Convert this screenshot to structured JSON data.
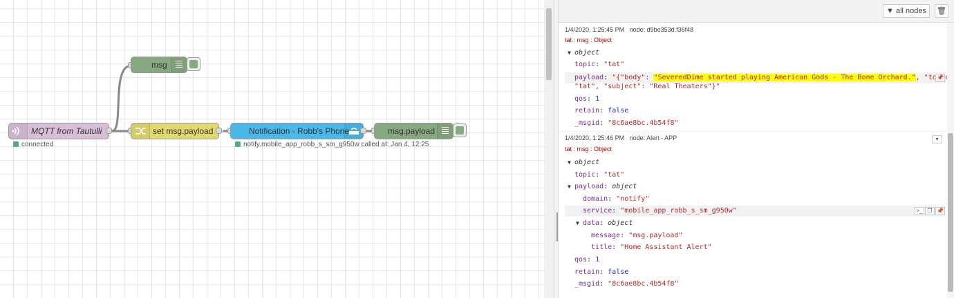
{
  "canvas": {
    "nodes": {
      "mqtt": {
        "label": "MQTT from Tautulli",
        "status": "connected"
      },
      "debug_msg": {
        "label": "msg"
      },
      "change": {
        "label": "set msg.payload"
      },
      "notify": {
        "label": "Notification - Robb's Phone",
        "status": "notify.mobile_app_robb_s_sm_g950w called at: Jan 4, 12:25"
      },
      "debug_payload": {
        "label": "msg.payload"
      }
    },
    "colors": {
      "mqtt": "#d8bfd8",
      "debug": "#87a980",
      "change": "#e2d96e",
      "service": "#4ab9ea",
      "status_ok": "#5a8"
    }
  },
  "sidebar": {
    "toolbar": {
      "filter_label": "all nodes",
      "filter_icon": "filter-icon",
      "clear_icon": "trash-icon"
    },
    "messages": [
      {
        "timestamp": "1/4/2020, 1:25:45 PM",
        "node": "node: d9be353d.f36f48",
        "path": "tat : msg : Object",
        "object_label": "object",
        "topic_key": "topic",
        "topic_val": "\"tat\"",
        "payload_key": "payload",
        "payload_pre": "\"{\"body\": ",
        "payload_hl": "\"SeveredDime started playing American Gods - The Bone Orchard.\"",
        "payload_post": ", \"topic\":",
        "payload_line2": "\"tat\", \"subject\": \"Real Theaters\"}\"",
        "qos_key": "qos",
        "qos_val": "1",
        "retain_key": "retain",
        "retain_val": "false",
        "msgid_key": "_msgid",
        "msgid_val": "\"8c6ae8bc.4b54f8\""
      },
      {
        "timestamp": "1/4/2020, 1:25:46 PM",
        "node": "node: Alert - APP",
        "path": "tat : msg : Object",
        "object_label": "object",
        "topic_key": "topic",
        "topic_val": "\"tat\"",
        "payload_key": "payload",
        "payload_type": "object",
        "domain_key": "domain",
        "domain_val": "\"notify\"",
        "service_key": "service",
        "service_val": "\"mobile_app_robb_s_sm_g950w\"",
        "data_key": "data",
        "data_type": "object",
        "message_key": "message",
        "message_val": "\"msg.payload\"",
        "title_key": "title",
        "title_val": "\"Home Assistant Alert\"",
        "qos_key": "qos",
        "qos_val": "1",
        "retain_key": "retain",
        "retain_val": "false",
        "msgid_key": "_msgid",
        "msgid_val": "\"8c6ae8bc.4b54f8\""
      }
    ]
  }
}
